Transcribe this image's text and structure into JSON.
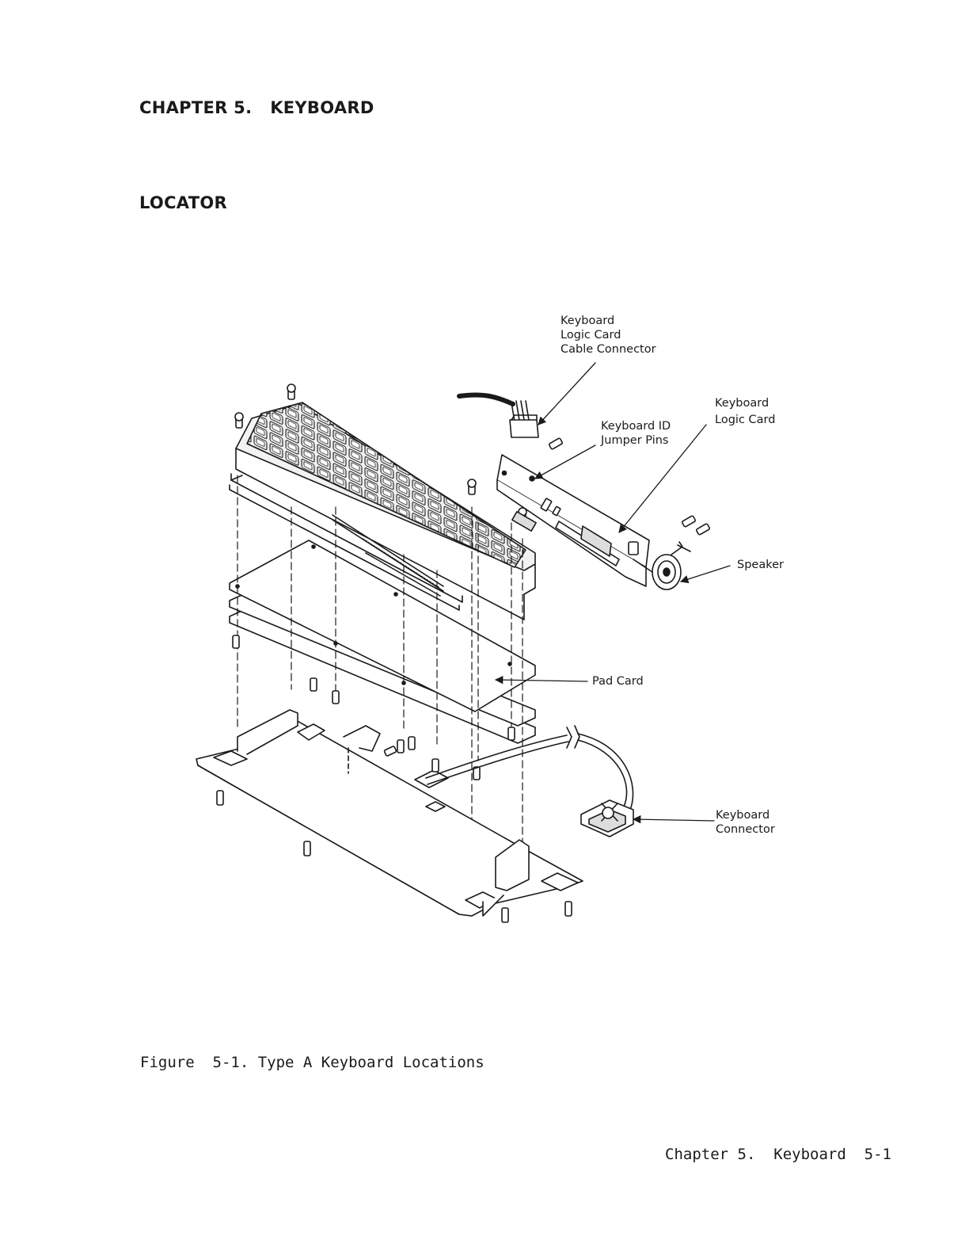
{
  "chapter_heading": "CHAPTER 5.   KEYBOARD",
  "section_heading": "LOCATOR",
  "figure": {
    "callouts": {
      "cable_connector": [
        "Keyboard",
        "Logic Card",
        "Cable Connector"
      ],
      "logic_card": [
        "Keyboard",
        "Logic Card"
      ],
      "id_jumper_pins": [
        "Keyboard ID",
        "Jumper Pins"
      ],
      "speaker": [
        "Speaker"
      ],
      "pad_card": [
        "Pad Card"
      ],
      "keyboard_connector": [
        "Keyboard",
        "Connector"
      ]
    },
    "caption": "Figure  5-1. Type A Keyboard Locations"
  },
  "footer": "Chapter 5.  Keyboard  5-1"
}
